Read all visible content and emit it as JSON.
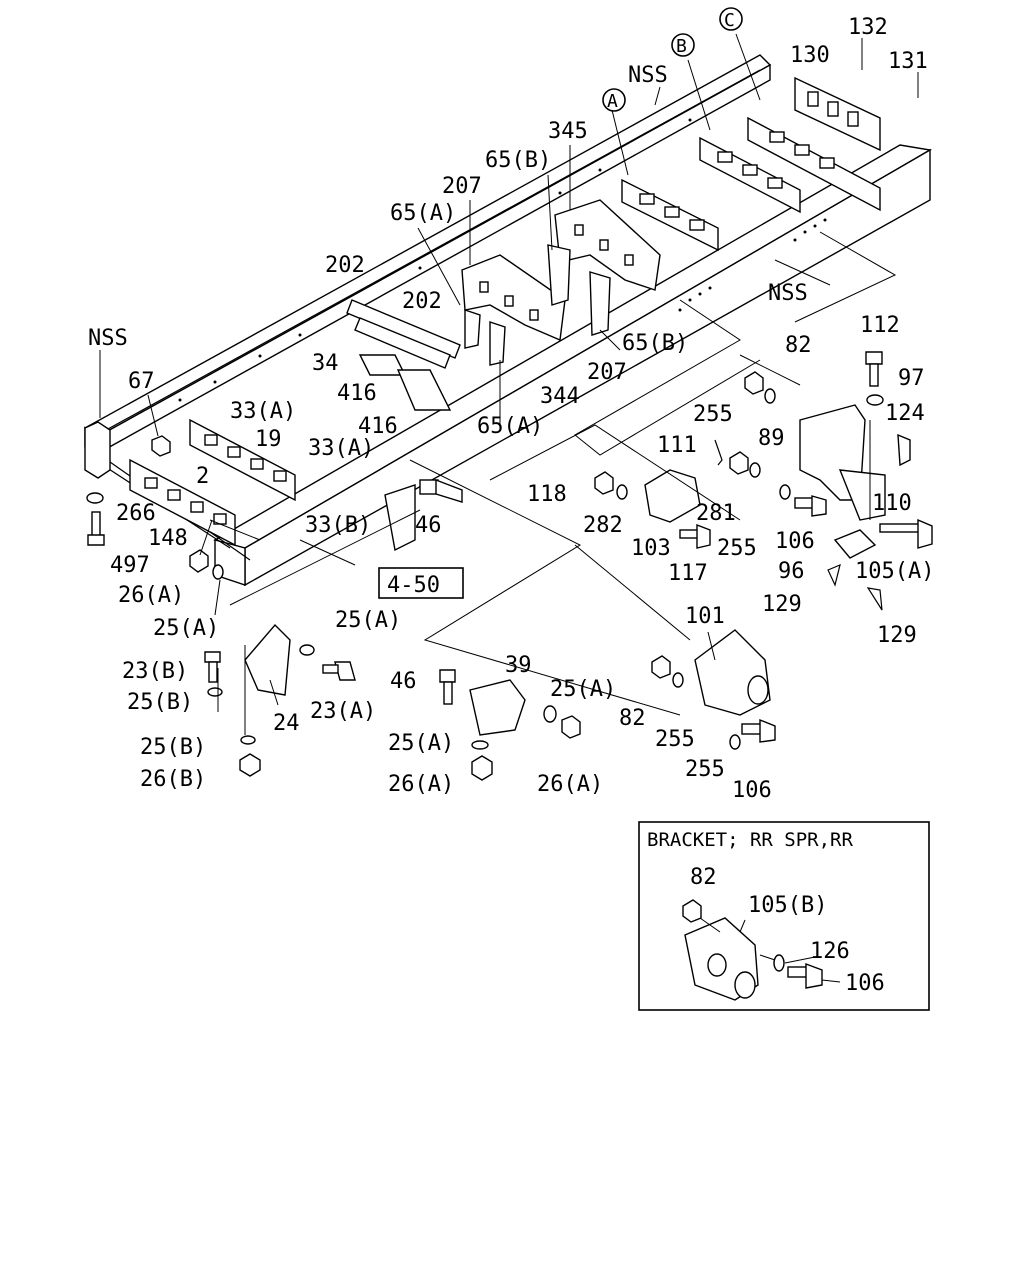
{
  "diagram": {
    "labels": {
      "nss_top": "NSS",
      "nss_left": "NSS",
      "nss_right": "NSS",
      "circle_a": "A",
      "circle_b": "B",
      "circle_c": "C",
      "p132": "132",
      "p131": "131",
      "p130": "130",
      "p345": "345",
      "p65b_top": "65(B)",
      "p207_top": "207",
      "p65a_top": "65(A)",
      "p202_a": "202",
      "p202_b": "202",
      "p34": "34",
      "p416_a": "416",
      "p416_b": "416",
      "p65b_right": "65(B)",
      "p207_mid": "207",
      "p344": "344",
      "p65a_bottom": "65(A)",
      "p67": "67",
      "p33a_1": "33(A)",
      "p19": "19",
      "p33a_2": "33(A)",
      "p2": "2",
      "p266": "266",
      "p148": "148",
      "p497": "497",
      "p33b": "33(B)",
      "p46_top": "46",
      "ref_box": "4-50",
      "p26a_1": "26(A)",
      "p25a_1": "25(A)",
      "p25a_2": "25(A)",
      "p23b": "23(B)",
      "p25b_1": "25(B)",
      "p23a": "23(A)",
      "p24": "24",
      "p25b_2": "25(B)",
      "p26b": "26(B)",
      "p46_bottom": "46",
      "p39": "39",
      "p25a_3": "25(A)",
      "p25a_4": "25(A)",
      "p26a_2": "26(A)",
      "p26a_3": "26(A)",
      "p82_top": "82",
      "p112": "112",
      "p97": "97",
      "p255_1": "255",
      "p124": "124",
      "p111": "111",
      "p89": "89",
      "p118": "118",
      "p282": "282",
      "p281": "281",
      "p110": "110",
      "p103": "103",
      "p255_2": "255",
      "p106_1": "106",
      "p117": "117",
      "p96": "96",
      "p105a": "105(A)",
      "p129_1": "129",
      "p129_2": "129",
      "p101": "101",
      "p82_mid": "82",
      "p255_3": "255",
      "p255_4": "255",
      "p106_2": "106"
    },
    "inset": {
      "title": "BRACKET; RR SPR,RR",
      "p82": "82",
      "p105b": "105(B)",
      "p126": "126",
      "p106": "106"
    }
  }
}
